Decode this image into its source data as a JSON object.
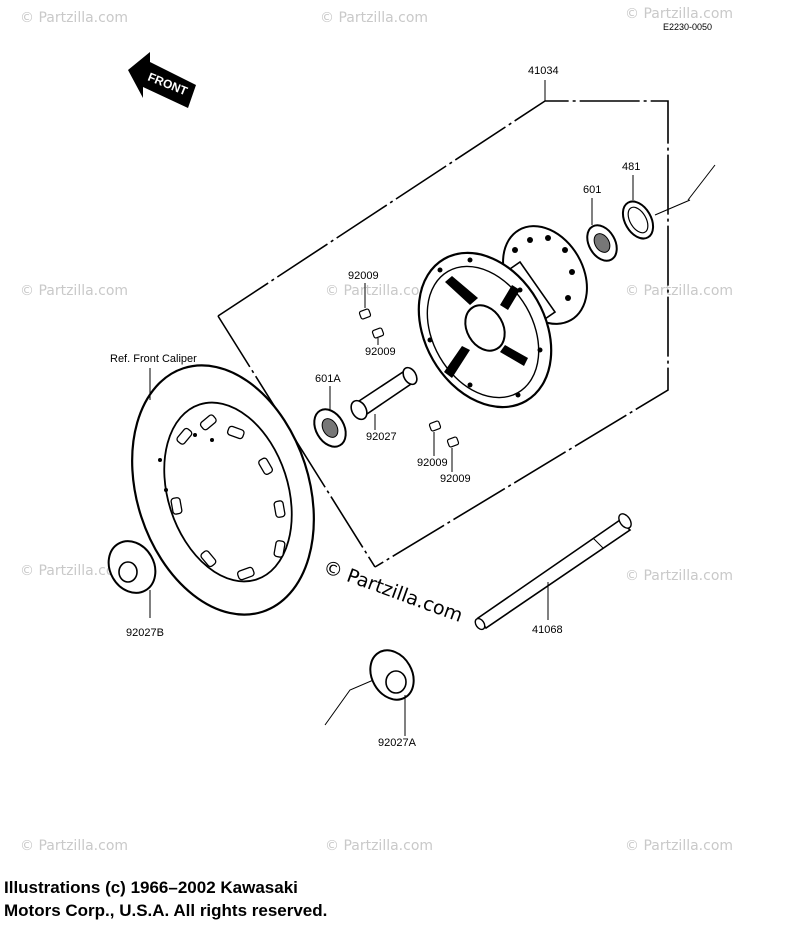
{
  "diagram_code": "E2230-0050",
  "front_label": "FRONT",
  "ref_label": "Ref. Front Caliper",
  "parts": {
    "hub_assembly": "41034",
    "seal_481": "481",
    "bearing_601": "601",
    "bearing_601a": "601A",
    "screw_a": "92009",
    "screw_b": "92009",
    "screw_c": "92009",
    "screw_d": "92009",
    "spacer": "92027",
    "collar_b": "92027B",
    "collar_a": "92027A",
    "axle": "41068"
  },
  "watermark": {
    "text": "© Partzilla.com",
    "center_text": "© Partzilla.com"
  },
  "copyright": {
    "line1": "Illustrations (c) 1966–2002 Kawasaki",
    "line2": "Motors Corp., U.S.A.  All rights reserved."
  }
}
